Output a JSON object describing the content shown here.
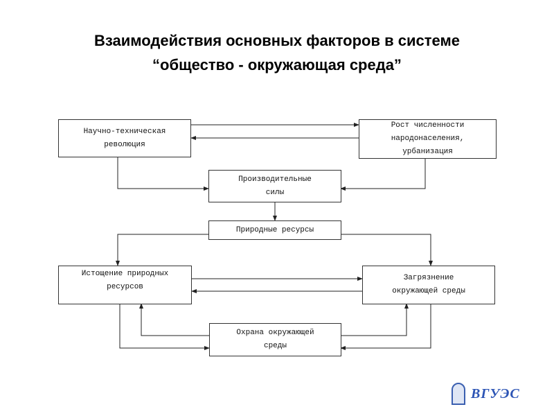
{
  "title": {
    "line1": "Взаимодействия основных факторов в системе",
    "line2": "“общество - окружающая среда”"
  },
  "boxes": {
    "ntr": {
      "line1": "Научно-техническая",
      "line2": "революция"
    },
    "population": {
      "line1": "Рост численности",
      "line2": "народонаселения,",
      "line3": "урбанизация"
    },
    "productive": {
      "line1": "Производительные",
      "line2": "силы"
    },
    "resources": {
      "line1": "Природные ресурсы"
    },
    "depletion": {
      "line1": "Истощение природных",
      "line2": "ресурсов"
    },
    "pollution": {
      "line1": "Загрязнение",
      "line2": "окружающей среды"
    },
    "protection": {
      "line1": "Охрана окружающей",
      "line2": "среды"
    }
  },
  "logo": {
    "text": "ВГУЭС"
  }
}
